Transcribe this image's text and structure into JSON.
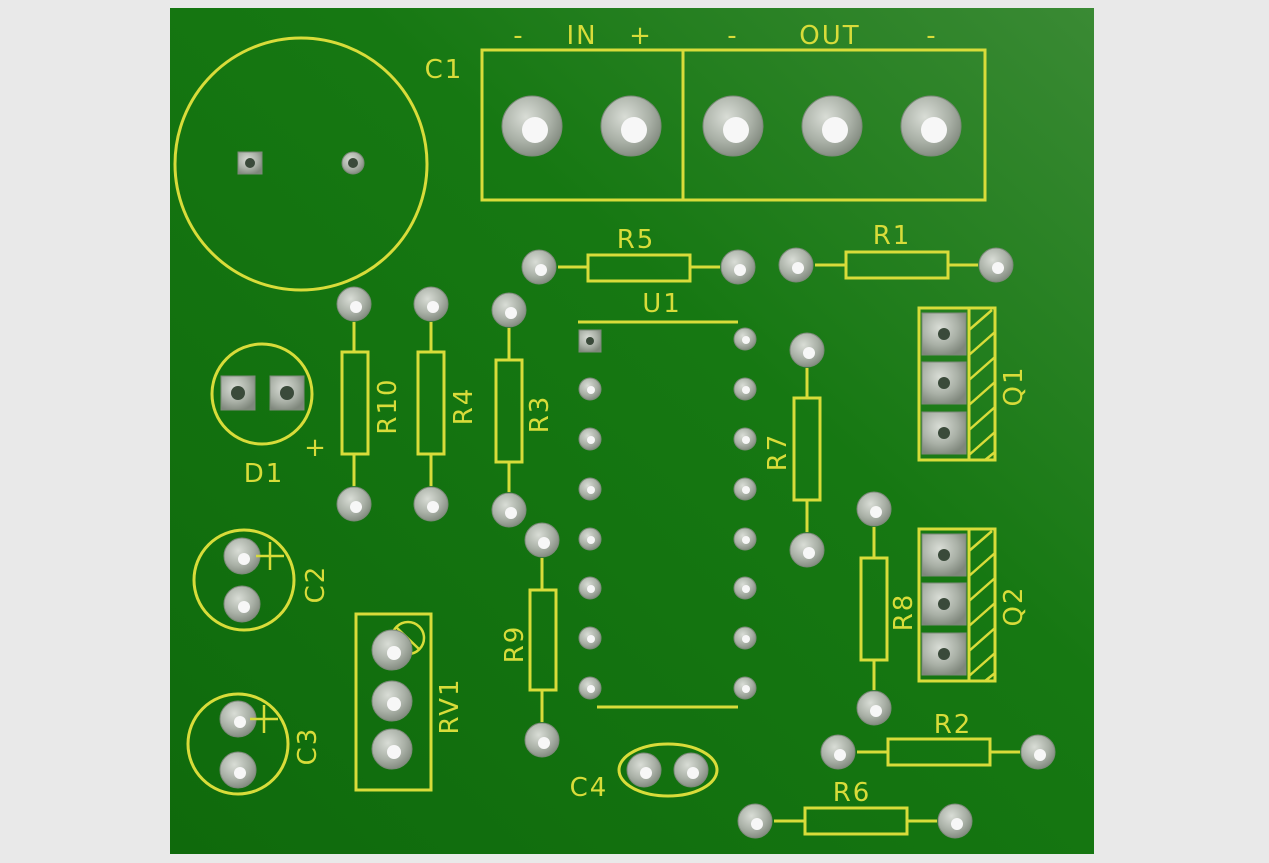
{
  "colors": {
    "background": "#e9e9e9",
    "board": "#1c7a14",
    "silkscreen": "#d8dc3a",
    "pad": "#a9b0a6"
  },
  "connector_labels": {
    "in_minus": "-",
    "in": "IN",
    "in_plus": "+",
    "out_minus_left": "-",
    "out": "OUT",
    "out_minus_right": "-"
  },
  "designators": {
    "C1": "C1",
    "C2": "C2",
    "C3": "C3",
    "C4": "C4",
    "D1": "D1",
    "D1_polarity": "+",
    "U1": "U1",
    "R1": "R1",
    "R2": "R2",
    "R3": "R3",
    "R4": "R4",
    "R5": "R5",
    "R6": "R6",
    "R7": "R7",
    "R8": "R8",
    "R9": "R9",
    "R10": "R10",
    "Q1": "Q1",
    "Q2": "Q2",
    "RV1": "RV1"
  }
}
